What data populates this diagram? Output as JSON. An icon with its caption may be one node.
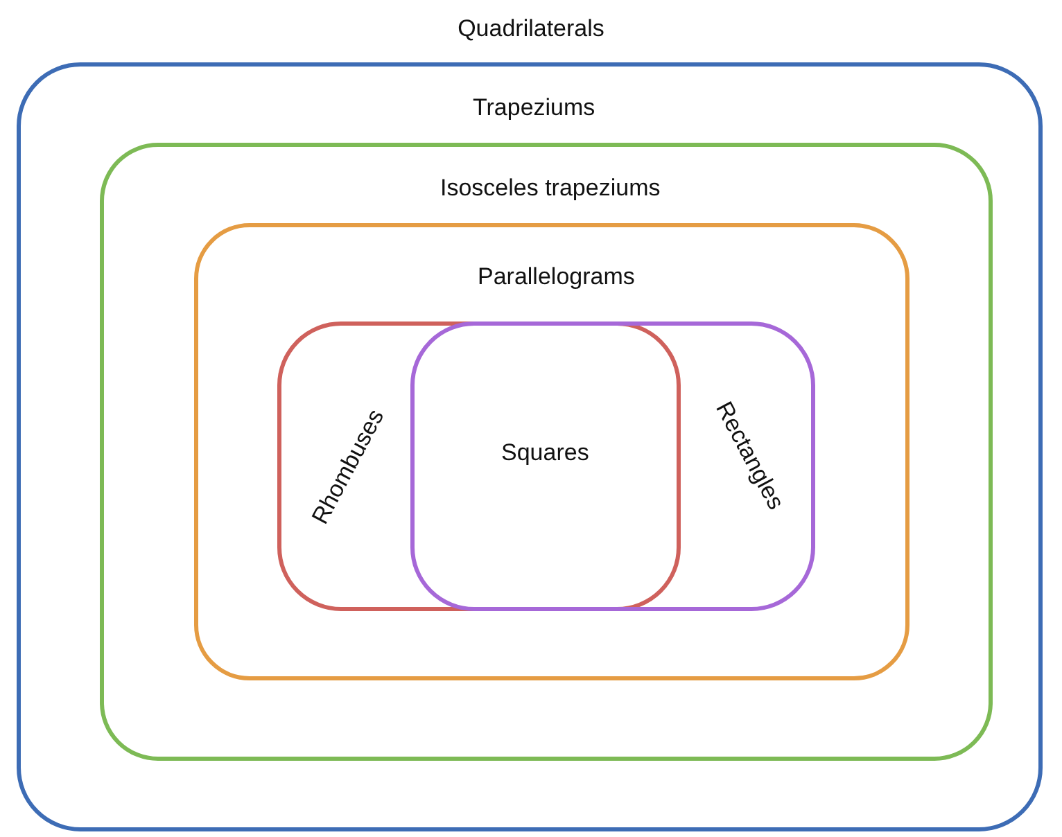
{
  "diagram": {
    "title": "Quadrilaterals",
    "nodes": [
      {
        "text": [
          "Trapeziums"
        ]
      },
      {
        "text": [
          "Isosceles trapeziums"
        ],
        "in": 0
      },
      {
        "text": [
          "Parallelograms"
        ],
        "in": 1
      },
      {
        "text": [
          "Rhombuses"
        ],
        "in": 2
      },
      {
        "text": [
          "Rectangles"
        ],
        "in": 2
      }
    ],
    "labels": [
      "Squares"
    ]
  }
}
